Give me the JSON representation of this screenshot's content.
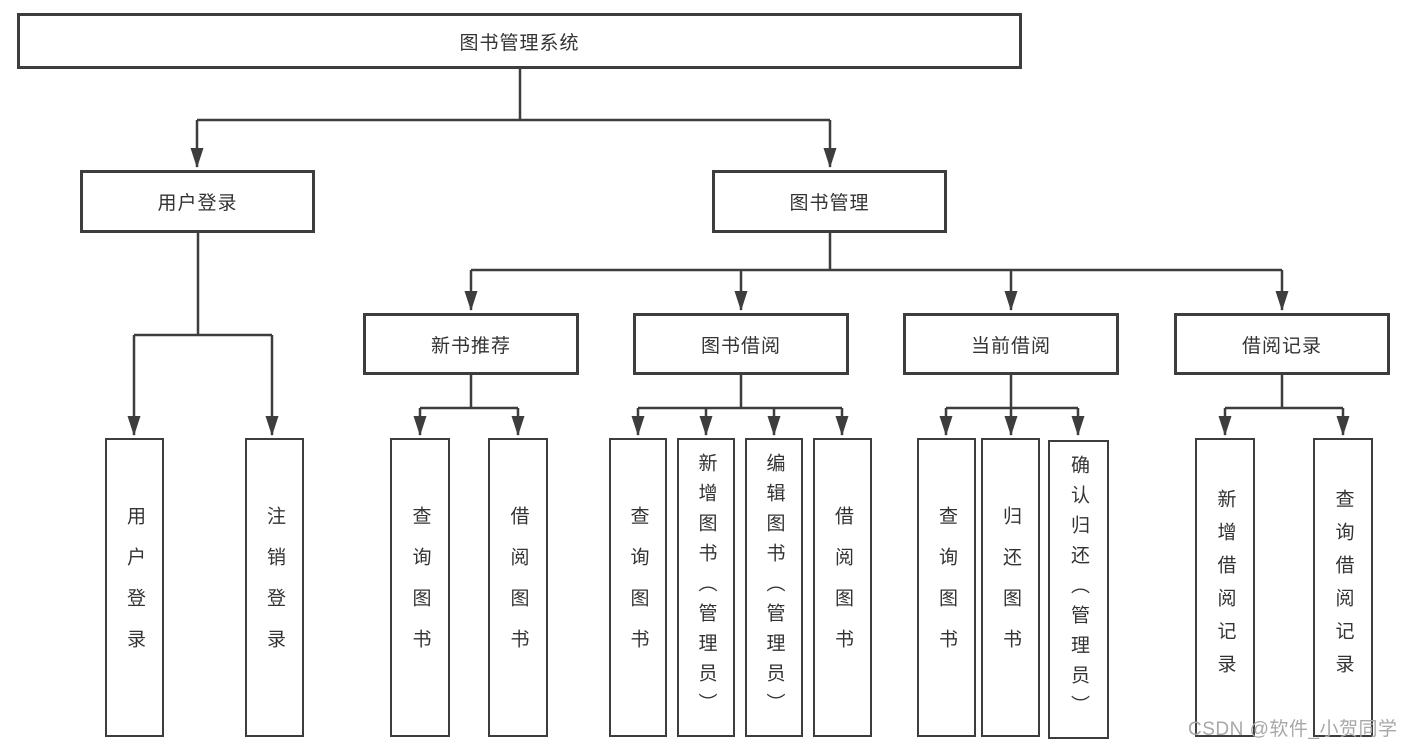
{
  "nodes": {
    "root": "图书管理系统",
    "user_login": "用户登录",
    "book_management": "图书管理",
    "login_user": "用户登录",
    "login_logout": "注销登录",
    "new_book_rec": "新书推荐",
    "nbr_query_book": "查询图书",
    "nbr_borrow_book": "借阅图书",
    "book_borrow": "图书借阅",
    "bb_query_book": "查询图书",
    "bb_add_book": "新增图书（管理员）",
    "bb_edit_book": "编辑图书（管理员）",
    "bb_borrow_book": "借阅图书",
    "current_borrow": "当前借阅",
    "cb_query_book": "查询图书",
    "cb_return_book": "归还图书",
    "cb_confirm_return": "确认归还（管理员）",
    "borrow_records": "借阅记录",
    "br_add_record": "新增借阅记录",
    "br_query_record": "查询借阅记录"
  },
  "watermark": {
    "text": "CSDN @软件_小贺同学"
  },
  "colors": {
    "line": "#3d3d3d",
    "text": "#333333",
    "box_background": "#ffffff",
    "watermark": "#a8a8a8"
  }
}
